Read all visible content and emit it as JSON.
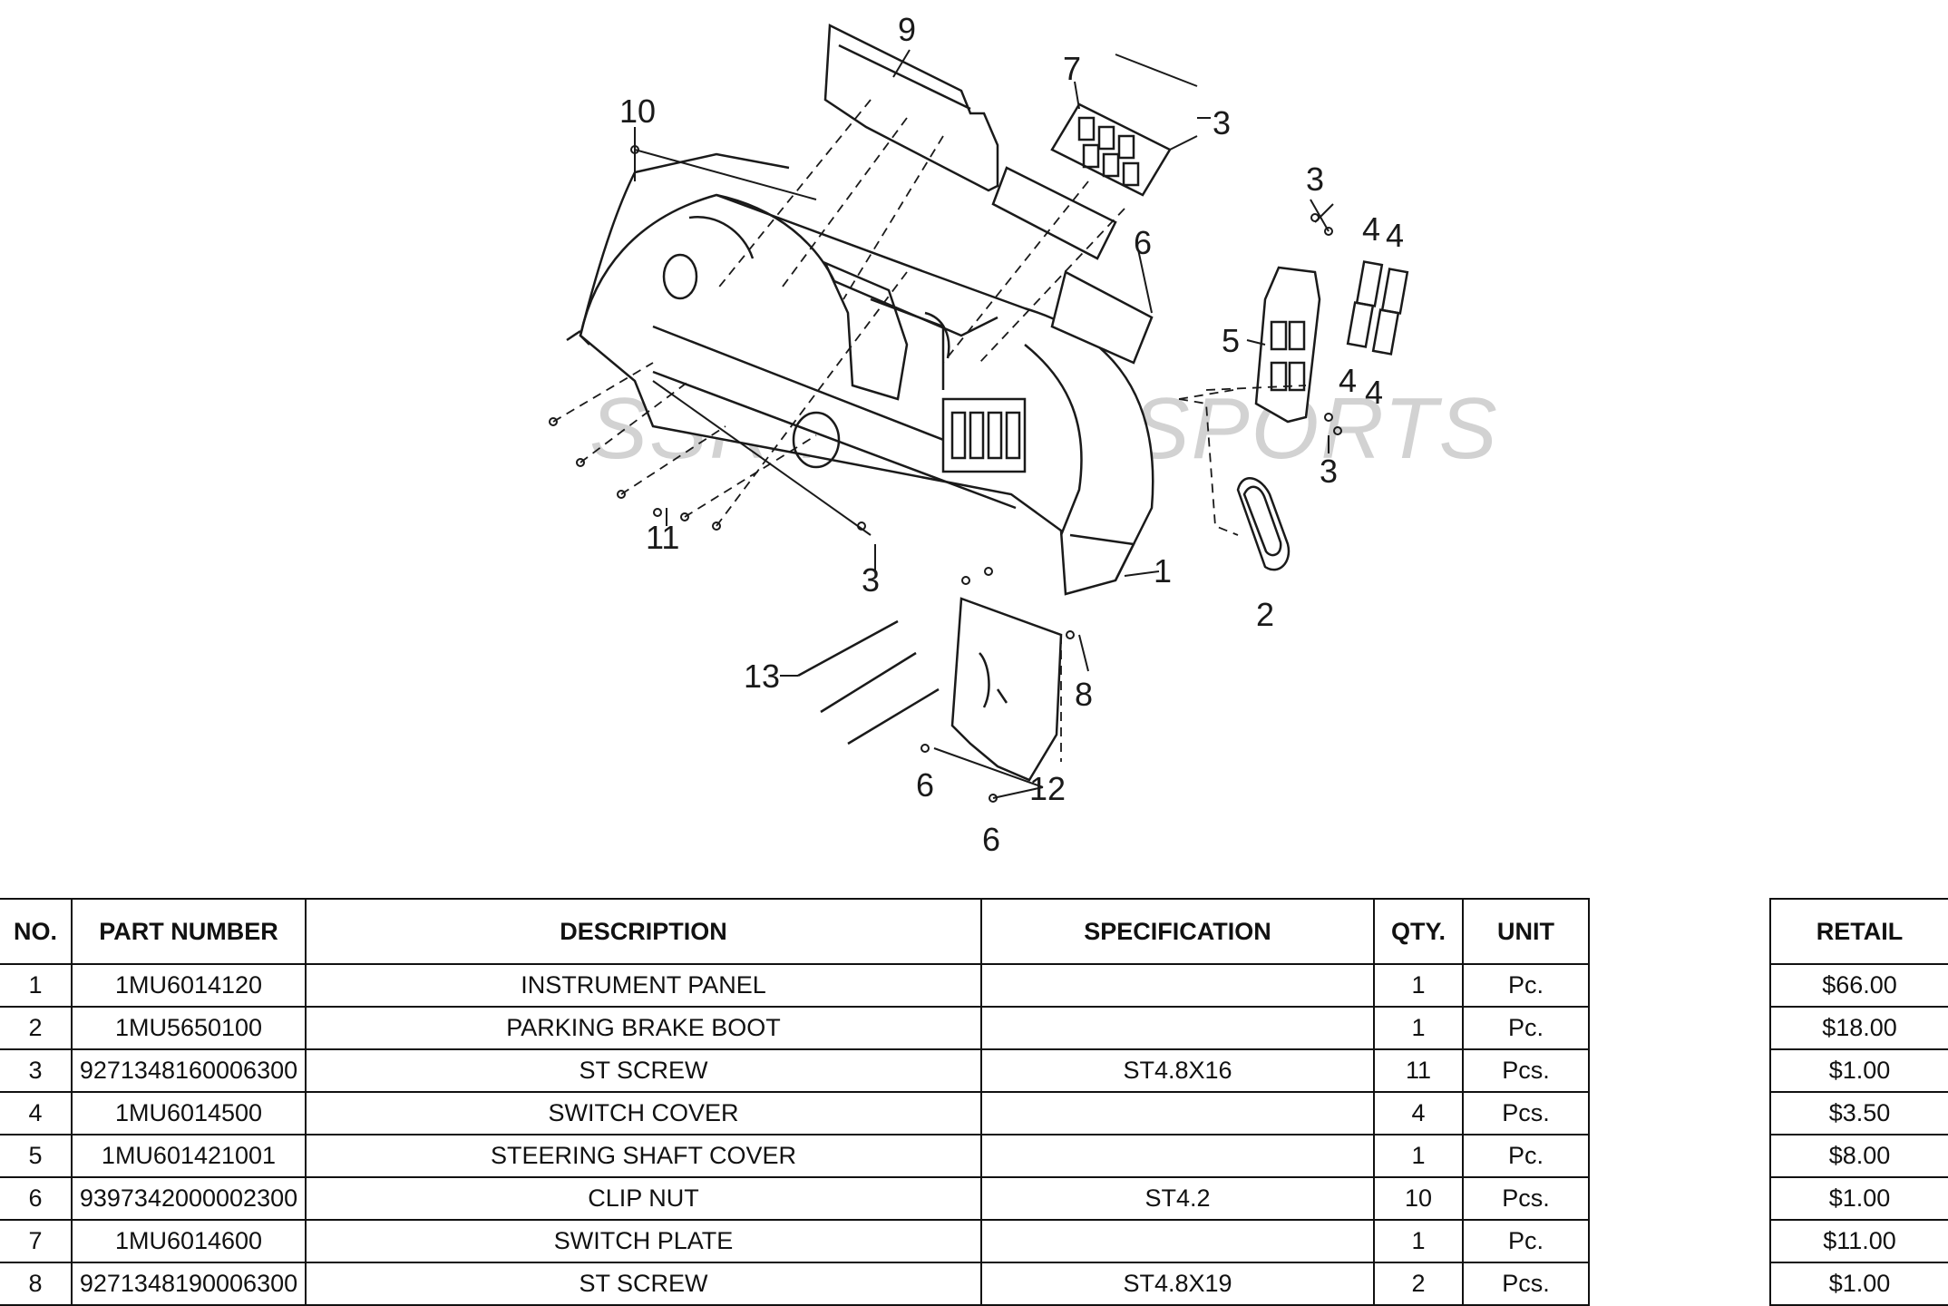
{
  "watermark": "SSR MOTORSPORTS",
  "diagram": {
    "callouts": [
      "1",
      "2",
      "3",
      "3",
      "3",
      "3",
      "4",
      "4",
      "4",
      "4",
      "5",
      "6",
      "6",
      "6",
      "7",
      "8",
      "9",
      "10",
      "11",
      "12",
      "13"
    ]
  },
  "table": {
    "headers": {
      "no": "NO.",
      "part_number": "PART NUMBER",
      "description": "DESCRIPTION",
      "specification": "SPECIFICATION",
      "qty": "QTY.",
      "unit": "UNIT",
      "retail": "RETAIL"
    },
    "rows": [
      {
        "no": "1",
        "part_number": "1MU6014120",
        "description": "INSTRUMENT PANEL",
        "specification": "",
        "qty": "1",
        "unit": "Pc.",
        "retail": "$66.00"
      },
      {
        "no": "2",
        "part_number": "1MU5650100",
        "description": "PARKING BRAKE BOOT",
        "specification": "",
        "qty": "1",
        "unit": "Pc.",
        "retail": "$18.00"
      },
      {
        "no": "3",
        "part_number": "9271348160006300",
        "description": "ST SCREW",
        "specification": "ST4.8X16",
        "qty": "11",
        "unit": "Pcs.",
        "retail": "$1.00"
      },
      {
        "no": "4",
        "part_number": "1MU6014500",
        "description": "SWITCH COVER",
        "specification": "",
        "qty": "4",
        "unit": "Pcs.",
        "retail": "$3.50"
      },
      {
        "no": "5",
        "part_number": "1MU601421001",
        "description": "STEERING SHAFT COVER",
        "specification": "",
        "qty": "1",
        "unit": "Pc.",
        "retail": "$8.00"
      },
      {
        "no": "6",
        "part_number": "9397342000002300",
        "description": "CLIP NUT",
        "specification": "ST4.2",
        "qty": "10",
        "unit": "Pcs.",
        "retail": "$1.00"
      },
      {
        "no": "7",
        "part_number": "1MU6014600",
        "description": "SWITCH PLATE",
        "specification": "",
        "qty": "1",
        "unit": "Pc.",
        "retail": "$11.00"
      },
      {
        "no": "8",
        "part_number": "9271348190006300",
        "description": "ST SCREW",
        "specification": "ST4.8X19",
        "qty": "2",
        "unit": "Pcs.",
        "retail": "$1.00"
      }
    ]
  }
}
